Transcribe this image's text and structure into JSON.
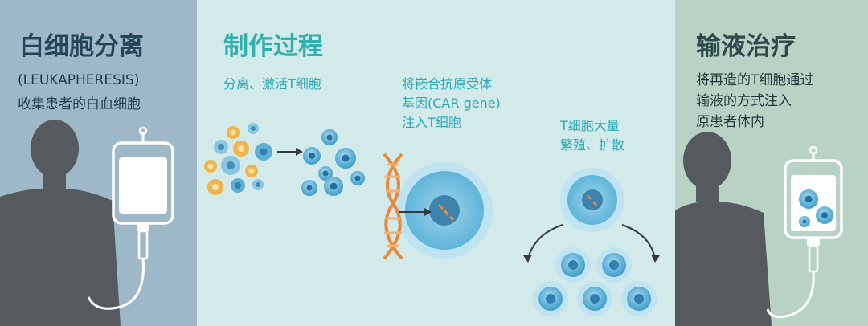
{
  "left": {
    "title": "白细胞分离",
    "subtitle": "(LEUKAPHERESIS)",
    "desc": "收集患者的白血细胞"
  },
  "middle": {
    "title": "制作过程",
    "step1": "分离、激活T细胞",
    "step2": [
      "将嵌合抗原受体",
      "基因(CAR gene)",
      "注入T细胞"
    ],
    "step3": [
      "T细胞大量",
      "繁殖、扩散"
    ]
  },
  "right": {
    "title": "输液治疗",
    "desc": [
      "将再造的T细胞通过",
      "输液的方式注入",
      "原患者体内"
    ]
  },
  "colors": {
    "left_panel": "#9fb8c8",
    "middle_panel": "#d3eaea",
    "right_panel": "#b8d3c6",
    "silhouette": "#555a5e",
    "cell_blue": "#3a9dc9",
    "cell_light": "#b9e0ef",
    "cell_orange": "#f1b34c",
    "dna_orange": "#e88a3c",
    "accent_teal": "#2fb0ad"
  },
  "icons": [
    "person-silhouette-icon",
    "iv-bag-icon",
    "cell-icon",
    "dna-helix-icon",
    "arrow-icon"
  ]
}
